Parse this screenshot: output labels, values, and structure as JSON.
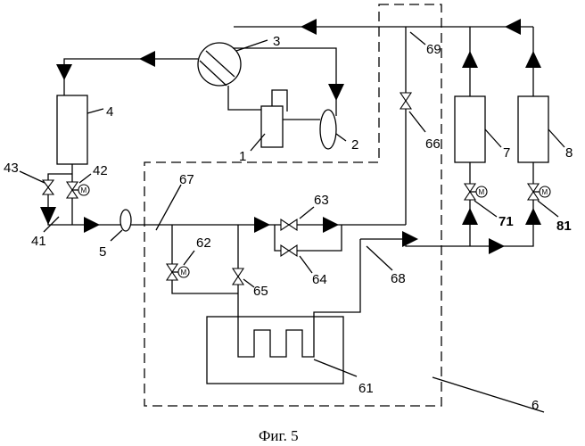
{
  "labels": {
    "compressor": "1",
    "separator": "2",
    "four_way_valve": "3",
    "outdoor_hx": "4",
    "pipe_5": "5",
    "module": "6",
    "indoor_unit_1": "7",
    "indoor_unit_2": "8",
    "valve_41": "41",
    "valve_42": "42",
    "valve_43": "43",
    "tank": "61",
    "valve_62": "62",
    "valve_63": "63",
    "valve_64": "64",
    "valve_65": "65",
    "valve_66": "66",
    "point_67": "67",
    "point_68": "68",
    "point_69": "69",
    "valve_71": "71",
    "valve_81": "81",
    "motor_symbol": "M"
  },
  "caption": "Фиг. 5"
}
